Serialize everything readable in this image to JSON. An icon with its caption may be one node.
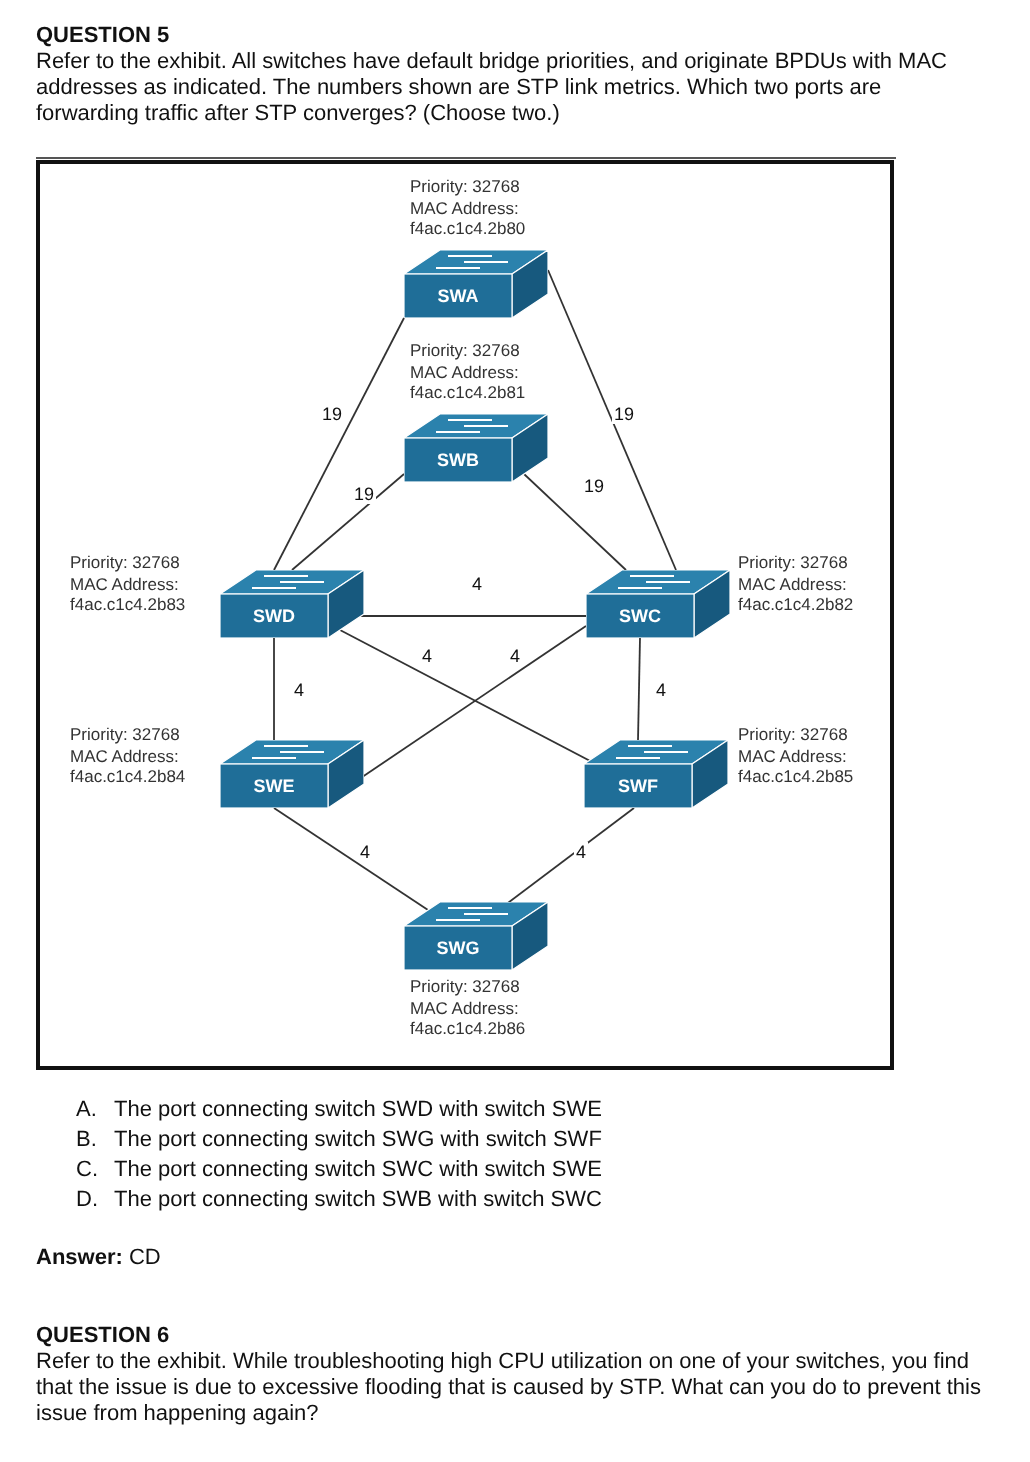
{
  "diagram": {
    "title": "QUESTION 5",
    "nodes": [
      {
        "text": [
          "SWA"
        ],
        "beside": [
          "Priority: 32768 MAC Address: f4ac.c1c4.2b80"
        ]
      },
      {
        "text": [
          "SWB"
        ],
        "beside": [
          "Priority: 32768 MAC Address: f4ac.c1c4.2b81"
        ]
      },
      {
        "text": [
          "SWD"
        ],
        "beside": [
          "Priority: 32768 MAC Address: f4ac.c1c4.2b83"
        ]
      },
      {
        "text": [
          "SWC"
        ],
        "beside": [
          "Priority: 32768 MAC Address: f4ac.c1c4.2b82"
        ]
      },
      {
        "text": [
          "SWE"
        ],
        "beside": [
          "Priority: 32768 MAC Address: f4ac.c1c4.2b84"
        ]
      },
      {
        "text": [
          "SWF"
        ],
        "beside": [
          "Priority: 32768 MAC Address: f4ac.c1c4.2b85"
        ]
      },
      {
        "text": [
          "SWG"
        ],
        "beside": [
          "Priority: 32768 MAC Address: f4ac.c1c4.2b86"
        ]
      }
    ],
    "edges": [
      {
        "from": 0,
        "to": 2,
        "arrow": "none",
        "label": "19"
      },
      {
        "from": 0,
        "to": 3,
        "arrow": "none",
        "label": "19"
      },
      {
        "from": 1,
        "to": 2,
        "arrow": "none",
        "label": "19"
      },
      {
        "from": 1,
        "to": 3,
        "arrow": "none",
        "label": "19"
      },
      {
        "from": 2,
        "to": 3,
        "arrow": "none",
        "label": "4"
      },
      {
        "from": 2,
        "to": 5,
        "arrow": "none",
        "label": "4"
      },
      {
        "from": 3,
        "to": 4,
        "arrow": "none",
        "label": "4"
      },
      {
        "from": 2,
        "to": 4,
        "arrow": "none",
        "label": "4"
      },
      {
        "from": 3,
        "to": 5,
        "arrow": "none",
        "label": "4"
      },
      {
        "from": 4,
        "to": 6,
        "arrow": "none",
        "label": "4"
      },
      {
        "from": 5,
        "to": 6,
        "arrow": "none",
        "label": "4"
      }
    ],
    "labels": [
      "Refer to the exhibit. All switches have default bridge priorities, and originate BPDUs with MAC addresses as indicated. The numbers shown are STP link metrics. Which two ports are forwarding traffic after STP converges? (Choose two.)",
      "A.",
      "The port connecting switch SWD with switch SWE",
      "B.",
      "The port connecting switch SWG with switch SWF",
      "C.",
      "The port connecting switch SWC with switch SWE",
      "D.",
      "The port connecting switch SWB with switch SWC",
      "**Answer:** CD",
      "QUESTION 6",
      "Refer to the exhibit. While troubleshooting high CPU utilization on one of your switches, you find that the issue is due to excessive flooding that is caused by STP. What can you do to prevent this issue from happening again?"
    ]
  }
}
